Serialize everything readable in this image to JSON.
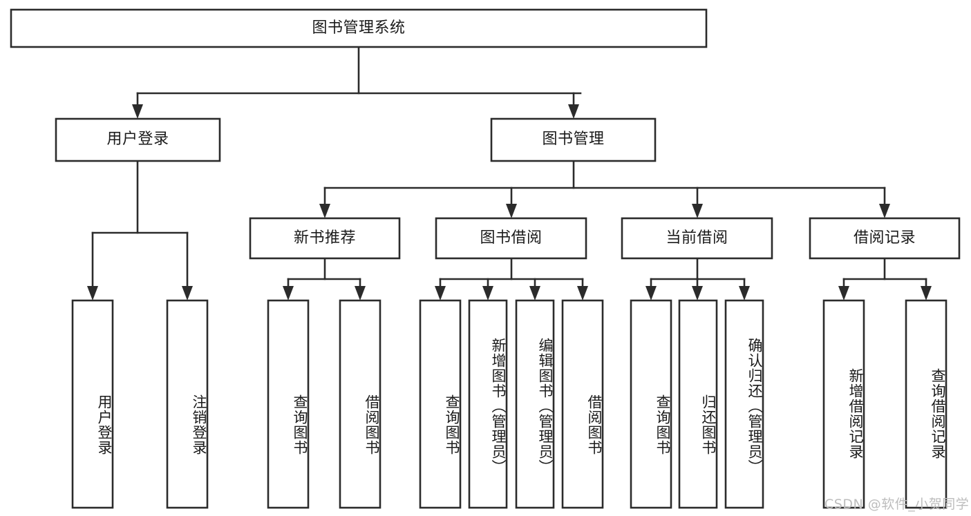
{
  "diagram": {
    "type": "tree-hierarchy-chart",
    "title": "图书管理系统",
    "colors": {
      "box_fill": "#ffffff",
      "box_stroke": "#2b2b2b",
      "text": "#1a1a1a",
      "background": "#ffffff",
      "watermark": "#bdbdbd"
    },
    "root": {
      "label": "图书管理系统"
    },
    "level2": [
      {
        "label": "用户登录"
      },
      {
        "label": "图书管理"
      }
    ],
    "level3": [
      {
        "label": "新书推荐"
      },
      {
        "label": "图书借阅"
      },
      {
        "label": "当前借阅"
      },
      {
        "label": "借阅记录"
      }
    ],
    "leaves": {
      "user_login": [
        {
          "label": "用户登录"
        },
        {
          "label": "注销登录"
        }
      ],
      "new_book_recommend": [
        {
          "label": "查询图书"
        },
        {
          "label": "借阅图书"
        }
      ],
      "book_borrow": [
        {
          "label": "查询图书"
        },
        {
          "label": "新增图书（管理员）"
        },
        {
          "label": "编辑图书（管理员）"
        },
        {
          "label": "借阅图书"
        }
      ],
      "current_borrow": [
        {
          "label": "查询图书"
        },
        {
          "label": "归还图书"
        },
        {
          "label": "确认归还（管理员）"
        }
      ],
      "borrow_record": [
        {
          "label": "新增借阅记录"
        },
        {
          "label": "查询借阅记录"
        }
      ]
    }
  },
  "watermark": {
    "text": "CSDN @软件_小贺同学"
  }
}
